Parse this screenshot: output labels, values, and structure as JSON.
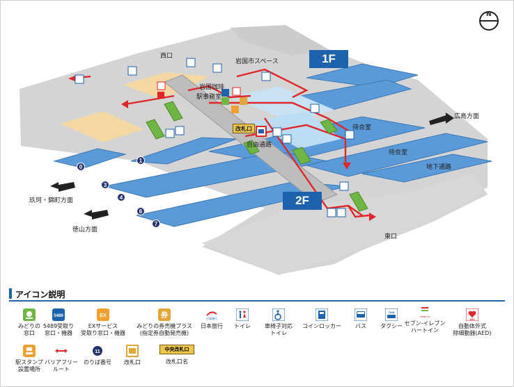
{
  "compass": {
    "letter": "N"
  },
  "floors": {
    "f1": "1F",
    "f2": "2F"
  },
  "map_labels": {
    "west_exit": "西口",
    "iwakuni_space": "岩国市スペース",
    "iwakuni_cafe": "岩国珈琲",
    "station_office": "駅事務室",
    "free_passage": "自由通路",
    "waiting_room_1": "待合室",
    "waiting_room_2": "待合室",
    "underground_passage": "地下通路",
    "east_exit": "東口",
    "hiroshima_dir": "広島方面",
    "kuga_nishiki_dir": "玖珂・錦町方面",
    "tokuyama_dir": "徳山方面"
  },
  "ticket_gate_label": "改札口",
  "platforms": [
    "0",
    "1",
    "3",
    "4",
    "6",
    "7"
  ],
  "legend": {
    "title": "アイコン説明",
    "items": [
      {
        "icon": "midori-window-icon",
        "label": "みどりの\n窓口"
      },
      {
        "icon": "5489-pickup-icon",
        "label": "5489受取り\n窓口・機器"
      },
      {
        "icon": "ex-service-icon",
        "label": "EXサービス\n受取り窓口・機器"
      },
      {
        "icon": "midori-ticket-machine-icon",
        "label": "みどりの券売機プラス\n(指定券自動発売機)"
      },
      {
        "icon": "nippon-travel-icon",
        "label": "日本旅行"
      },
      {
        "icon": "toilet-icon",
        "label": "トイレ"
      },
      {
        "icon": "wheelchair-toilet-icon",
        "label": "車椅子対応\nトイレ"
      },
      {
        "icon": "coin-locker-icon",
        "label": "コインロッカー"
      },
      {
        "icon": "bus-icon",
        "label": "バス"
      },
      {
        "icon": "taxi-icon",
        "label": "タクシー"
      },
      {
        "icon": "seven-eleven-icon",
        "label": "セブン-イレブン\nハートイン"
      },
      {
        "icon": "aed-icon",
        "label": "自動体外式\n除細動器(AED)"
      },
      {
        "icon": "station-stamp-icon",
        "label": "駅スタンプ\n設置場所"
      },
      {
        "icon": "barrier-free-route-icon",
        "label": "バリアフリー\nルート"
      },
      {
        "icon": "platform-number-icon",
        "label": "のりば番号"
      },
      {
        "icon": "ticket-gate-icon",
        "label": "改札口"
      },
      {
        "icon": "ticket-gate-name-icon",
        "label": "改札口名"
      }
    ],
    "sample_platform_number": "11",
    "sample_gate_name": "中央改札口",
    "taxi_text": "TAXI",
    "seven_text": "Heart-in",
    "aed_text": "AED",
    "ex_text": "EX",
    "nippon_text": "日本旅行",
    "ken_text": "券",
    "n5489_text": "5489"
  },
  "colors": {
    "platform": "#5b9ad8",
    "building_gray": "#d4d4d4",
    "floor_tag": "#1d62ad",
    "route_red": "#e0262a",
    "concourse_tan": "#f3d8a4",
    "ticket_gate_yellow": "#ecc64a"
  }
}
